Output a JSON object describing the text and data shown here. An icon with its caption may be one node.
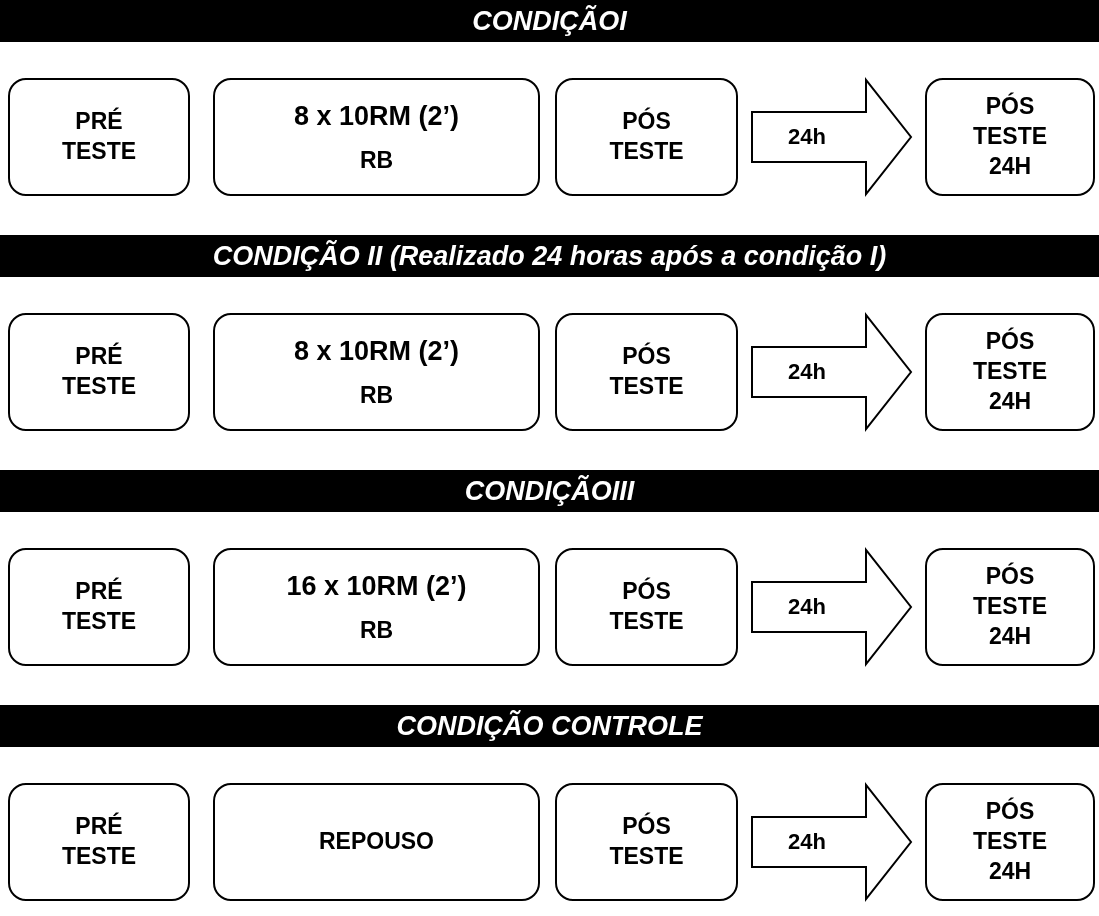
{
  "diagram": {
    "nodes": [
      {
        "text": [
          "CONDIÇÃOI"
        ]
      },
      {
        "text": [
          "PRÉ TESTE"
        ]
      },
      {
        "text": [
          "8 x 10RM (2’)",
          "RB"
        ]
      },
      {
        "text": [
          "PÓS TESTE"
        ]
      },
      {
        "text": [
          "PÓS TESTE 24H"
        ]
      },
      {
        "text": [
          "CONDIÇÃO II (Realizado 24 horas após a condição I)"
        ]
      },
      {
        "text": [
          "PRÉ TESTE"
        ]
      },
      {
        "text": [
          "8 x 10RM (2’)",
          "RB"
        ]
      },
      {
        "text": [
          "PÓS TESTE"
        ]
      },
      {
        "text": [
          "PÓS TESTE 24H"
        ]
      },
      {
        "text": [
          "CONDIÇÃOIII"
        ]
      },
      {
        "text": [
          "PRÉ TESTE"
        ]
      },
      {
        "text": [
          "16 x 10RM (2’)",
          "RB"
        ]
      },
      {
        "text": [
          "PÓS TESTE"
        ]
      },
      {
        "text": [
          "PÓS TESTE 24H"
        ]
      },
      {
        "text": [
          "CONDIÇÃO CONTROLE"
        ]
      },
      {
        "text": [
          "PRÉ TESTE"
        ]
      },
      {
        "text": [
          "REPOUSO"
        ]
      },
      {
        "text": [
          "PÓS TESTE"
        ]
      },
      {
        "text": [
          "PÓS TESTE 24H"
        ]
      }
    ],
    "edges": [
      {
        "from": 3,
        "to": 4,
        "arrow": "to",
        "label": "24h"
      },
      {
        "from": 8,
        "to": 9,
        "arrow": "to",
        "label": "24h"
      },
      {
        "from": 13,
        "to": 14,
        "arrow": "to",
        "label": "24h"
      },
      {
        "from": 18,
        "to": 19,
        "arrow": "to",
        "label": "24h"
      }
    ]
  }
}
